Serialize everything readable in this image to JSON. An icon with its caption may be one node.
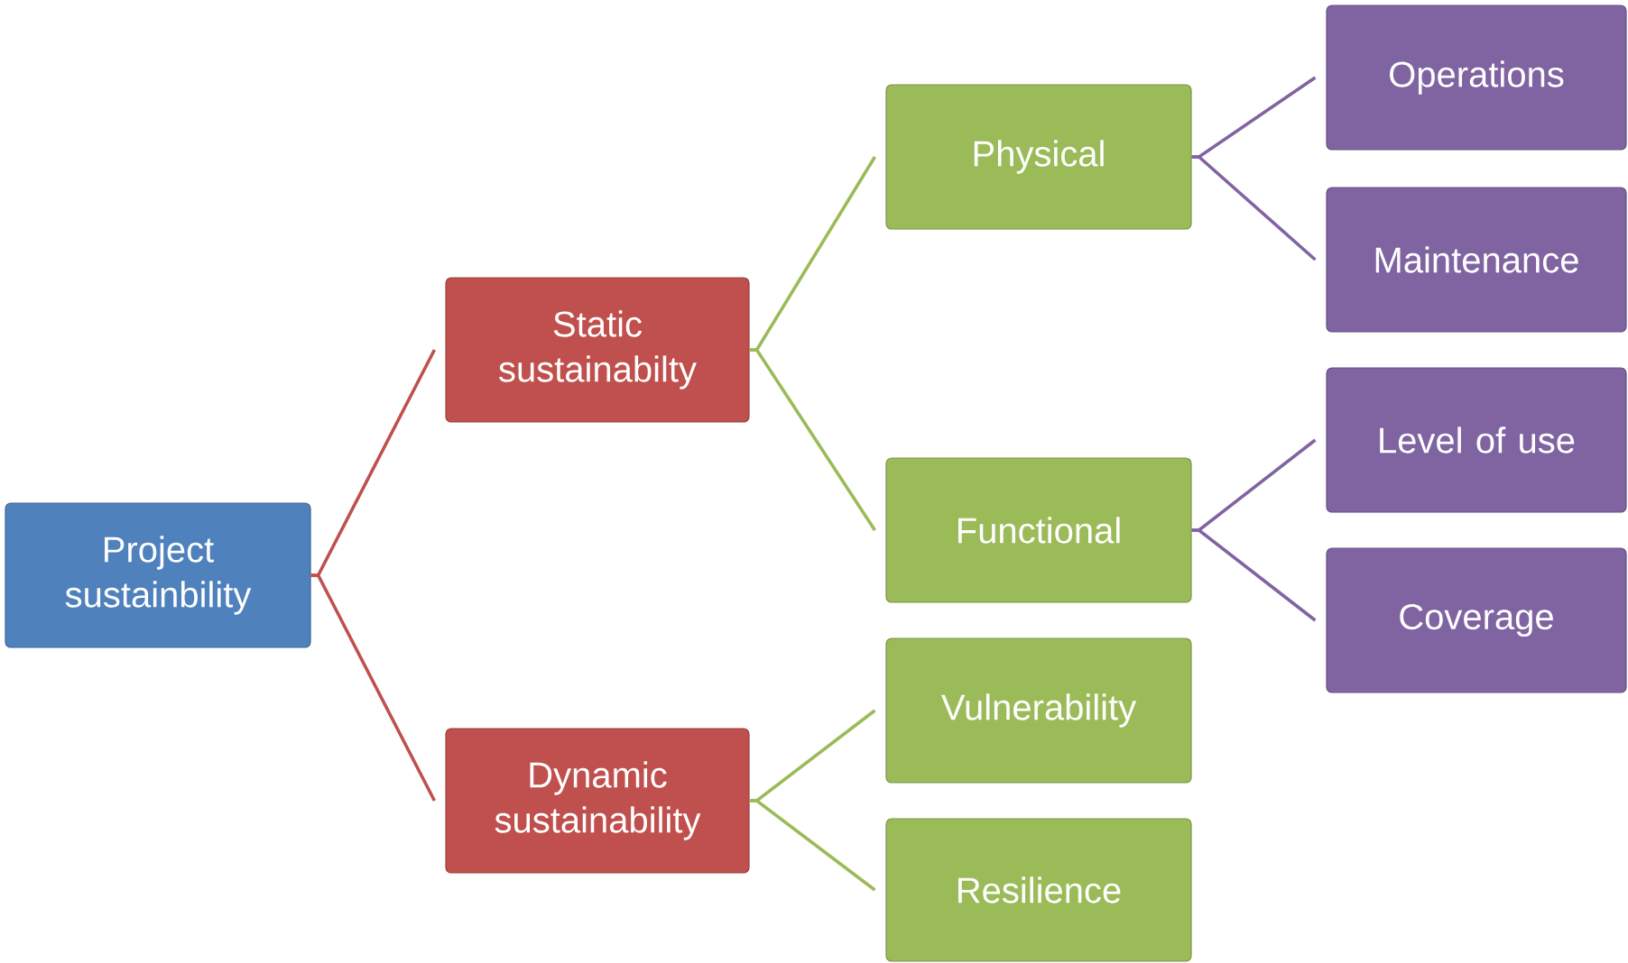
{
  "diagram": {
    "nodes": [
      {
        "text": [
          "Project sustainbility"
        ]
      },
      {
        "text": [
          "Static sustainabilty"
        ]
      },
      {
        "text": [
          "Dynamic sustainability"
        ]
      },
      {
        "text": [
          "Physical"
        ]
      },
      {
        "text": [
          "Functional"
        ]
      },
      {
        "text": [
          "Vulnerability"
        ]
      },
      {
        "text": [
          "Resilience"
        ]
      },
      {
        "text": [
          "Operations"
        ]
      },
      {
        "text": [
          "Maintenance"
        ]
      },
      {
        "text": [
          "Level of use"
        ]
      },
      {
        "text": [
          "Coverage"
        ]
      }
    ],
    "edges": [
      {
        "from": 0,
        "to": 1,
        "arrow": "none",
        "color": "#c0504d"
      },
      {
        "from": 0,
        "to": 2,
        "arrow": "none",
        "color": "#c0504d"
      },
      {
        "from": 1,
        "to": 3,
        "arrow": "none",
        "color": "#9bbb59"
      },
      {
        "from": 1,
        "to": 4,
        "arrow": "none",
        "color": "#9bbb59"
      },
      {
        "from": 2,
        "to": 5,
        "arrow": "none",
        "color": "#9bbb59"
      },
      {
        "from": 2,
        "to": 6,
        "arrow": "none",
        "color": "#9bbb59"
      },
      {
        "from": 3,
        "to": 7,
        "arrow": "none",
        "color": "#8064a2"
      },
      {
        "from": 3,
        "to": 8,
        "arrow": "none",
        "color": "#8064a2"
      },
      {
        "from": 4,
        "to": 9,
        "arrow": "none",
        "color": "#8064a2"
      },
      {
        "from": 4,
        "to": 10,
        "arrow": "none",
        "color": "#8064a2"
      }
    ]
  }
}
